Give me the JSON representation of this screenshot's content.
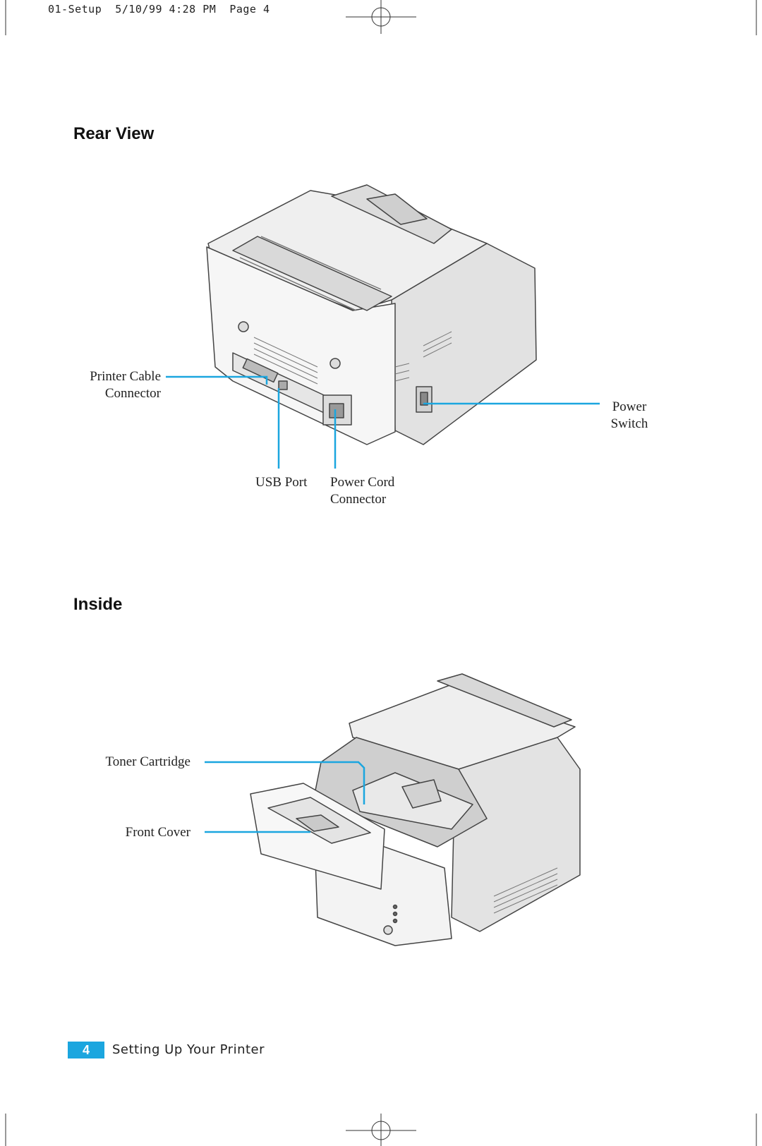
{
  "header": {
    "slug": "01-Setup  5/10/99 4:28 PM  Page 4"
  },
  "rear_view": {
    "title": "Rear View",
    "callouts": {
      "printer_cable_connector": [
        "Printer Cable",
        "Connector"
      ],
      "power_switch": [
        "Power",
        "Switch"
      ],
      "usb_port": "USB Port",
      "power_cord_connector": [
        "Power Cord",
        "Connector"
      ]
    }
  },
  "inside": {
    "title": "Inside",
    "callouts": {
      "toner_cartridge": "Toner Cartridge",
      "front_cover": "Front Cover"
    }
  },
  "footer": {
    "page_number": "4",
    "section": "Setting Up Your Printer"
  },
  "colors": {
    "accent": "#1ba6df",
    "leader": "#1ba6df"
  }
}
